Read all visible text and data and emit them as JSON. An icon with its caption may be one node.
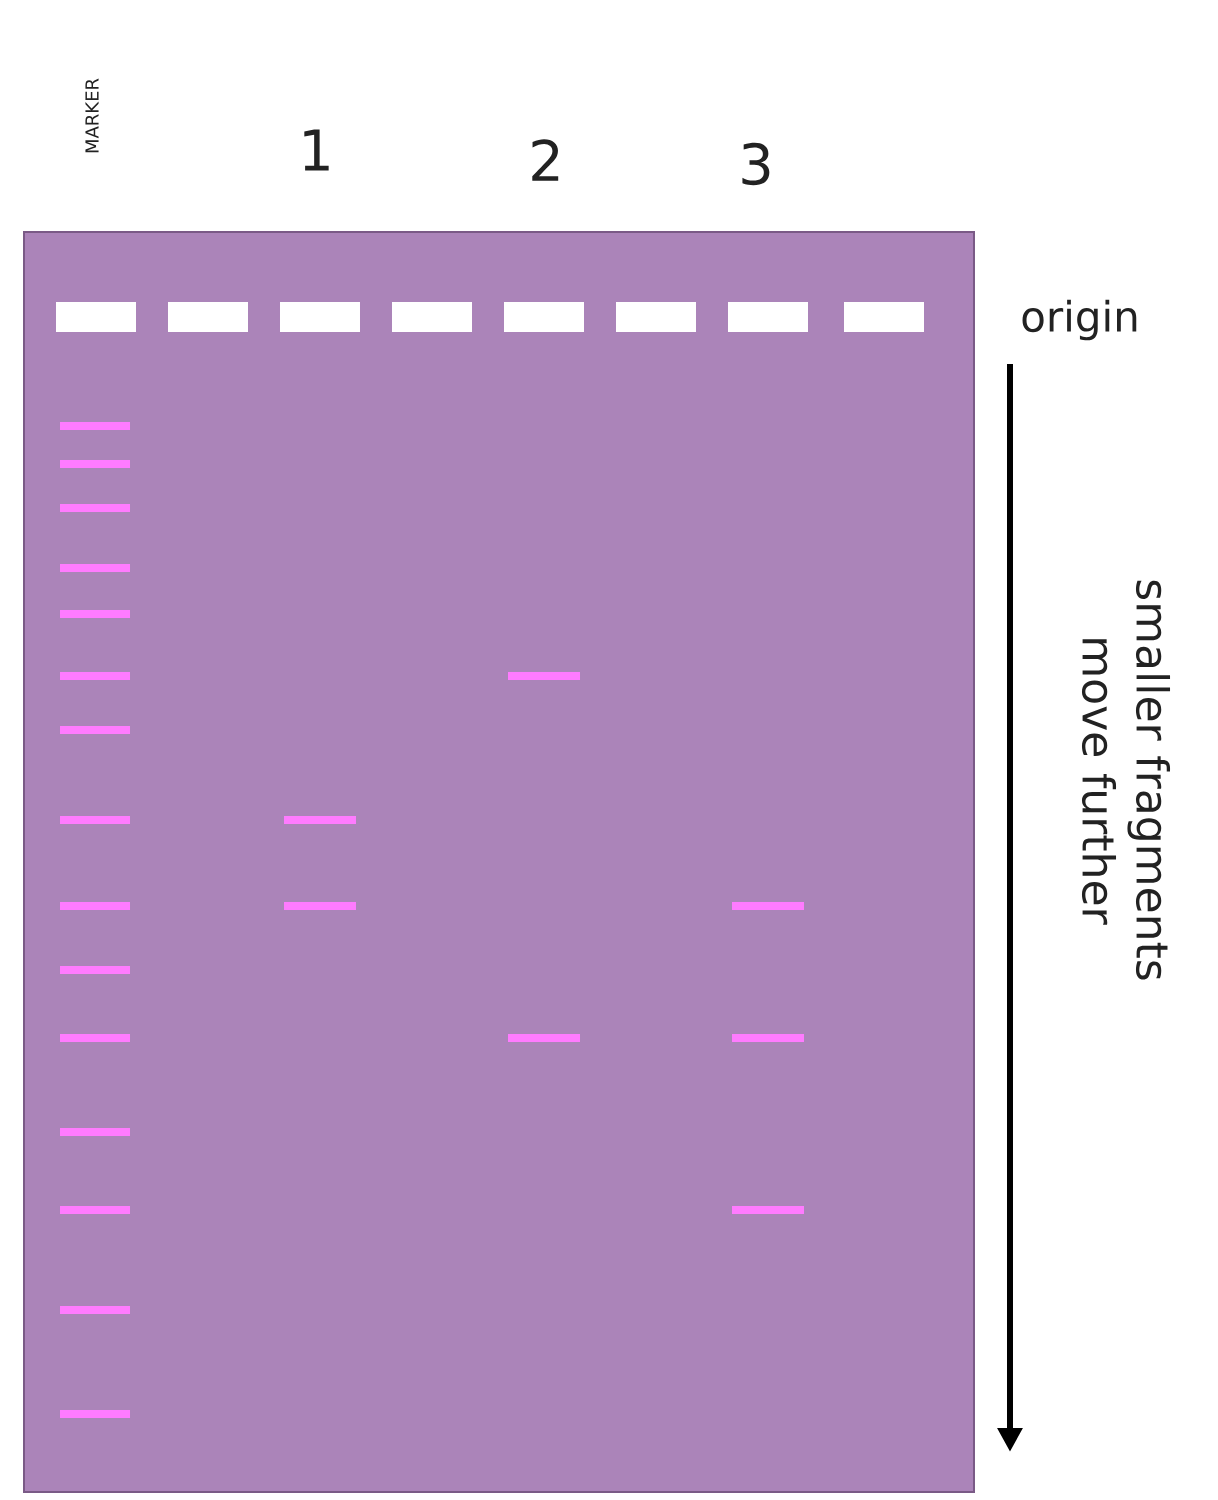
{
  "diagram": {
    "labels": [
      "MARKER",
      "1",
      "2",
      "3",
      "origin",
      "smaller fragments move further"
    ]
  }
}
